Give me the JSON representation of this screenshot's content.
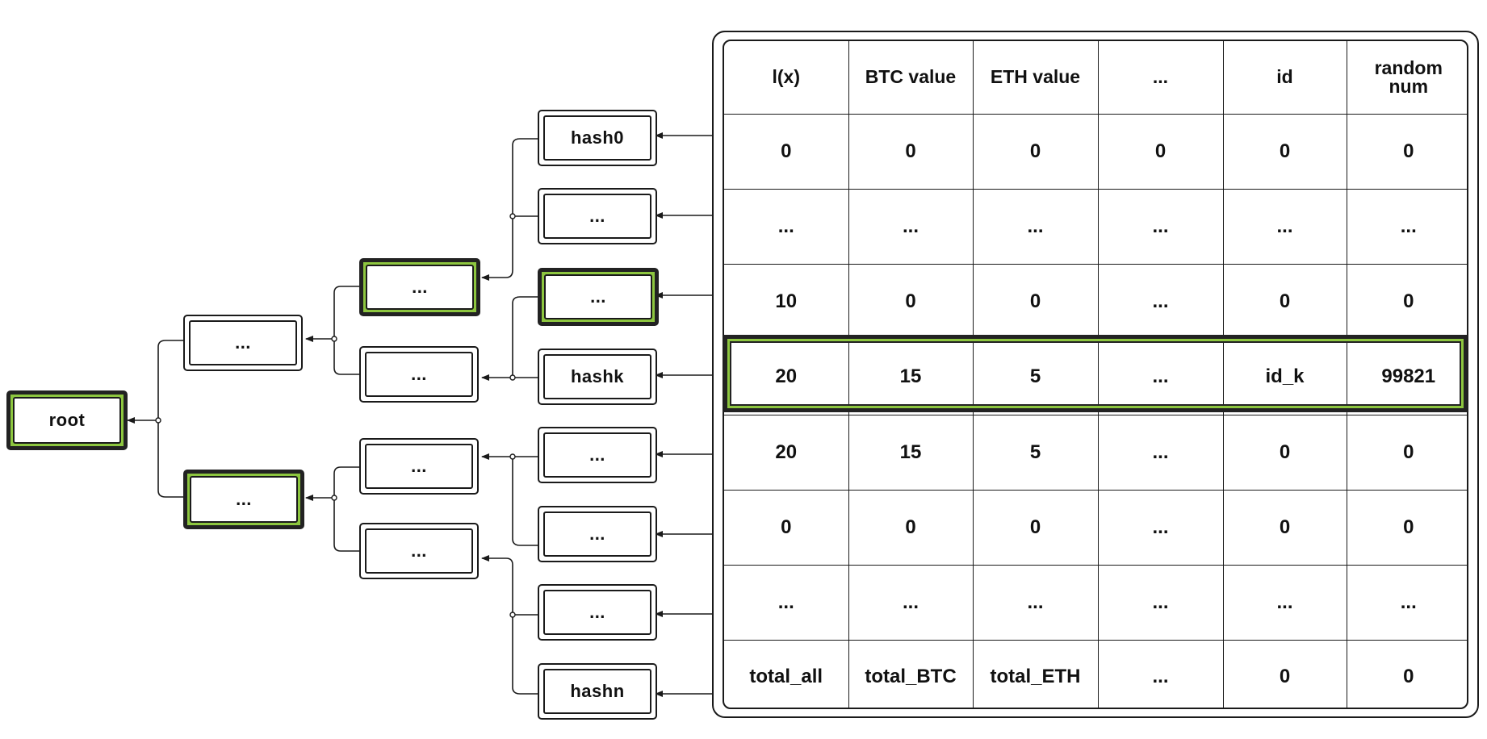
{
  "tree": {
    "root": "root",
    "level1": [
      "...",
      "..."
    ],
    "level2": [
      "...",
      "...",
      "...",
      "..."
    ],
    "leaves": [
      "hash0",
      "...",
      "...",
      "hashk",
      "...",
      "...",
      "...",
      "hashn"
    ]
  },
  "table": {
    "headers": [
      "l(x)",
      "BTC value",
      "ETH value",
      "...",
      "id",
      "random num"
    ],
    "rows": [
      [
        "0",
        "0",
        "0",
        "0",
        "0",
        "0"
      ],
      [
        "...",
        "...",
        "...",
        "...",
        "...",
        "..."
      ],
      [
        "10",
        "0",
        "0",
        "...",
        "0",
        "0"
      ],
      [
        "20",
        "15",
        "5",
        "...",
        "id_k",
        "99821"
      ],
      [
        "20",
        "15",
        "5",
        "...",
        "0",
        "0"
      ],
      [
        "0",
        "0",
        "0",
        "...",
        "0",
        "0"
      ],
      [
        "...",
        "...",
        "...",
        "...",
        "...",
        "..."
      ],
      [
        "total_all",
        "total_BTC",
        "total_ETH",
        "...",
        "0",
        "0"
      ]
    ],
    "highlighted_row_index": 3
  },
  "colors": {
    "highlight_green": "#8dc63f",
    "line": "#1a1a1a"
  }
}
